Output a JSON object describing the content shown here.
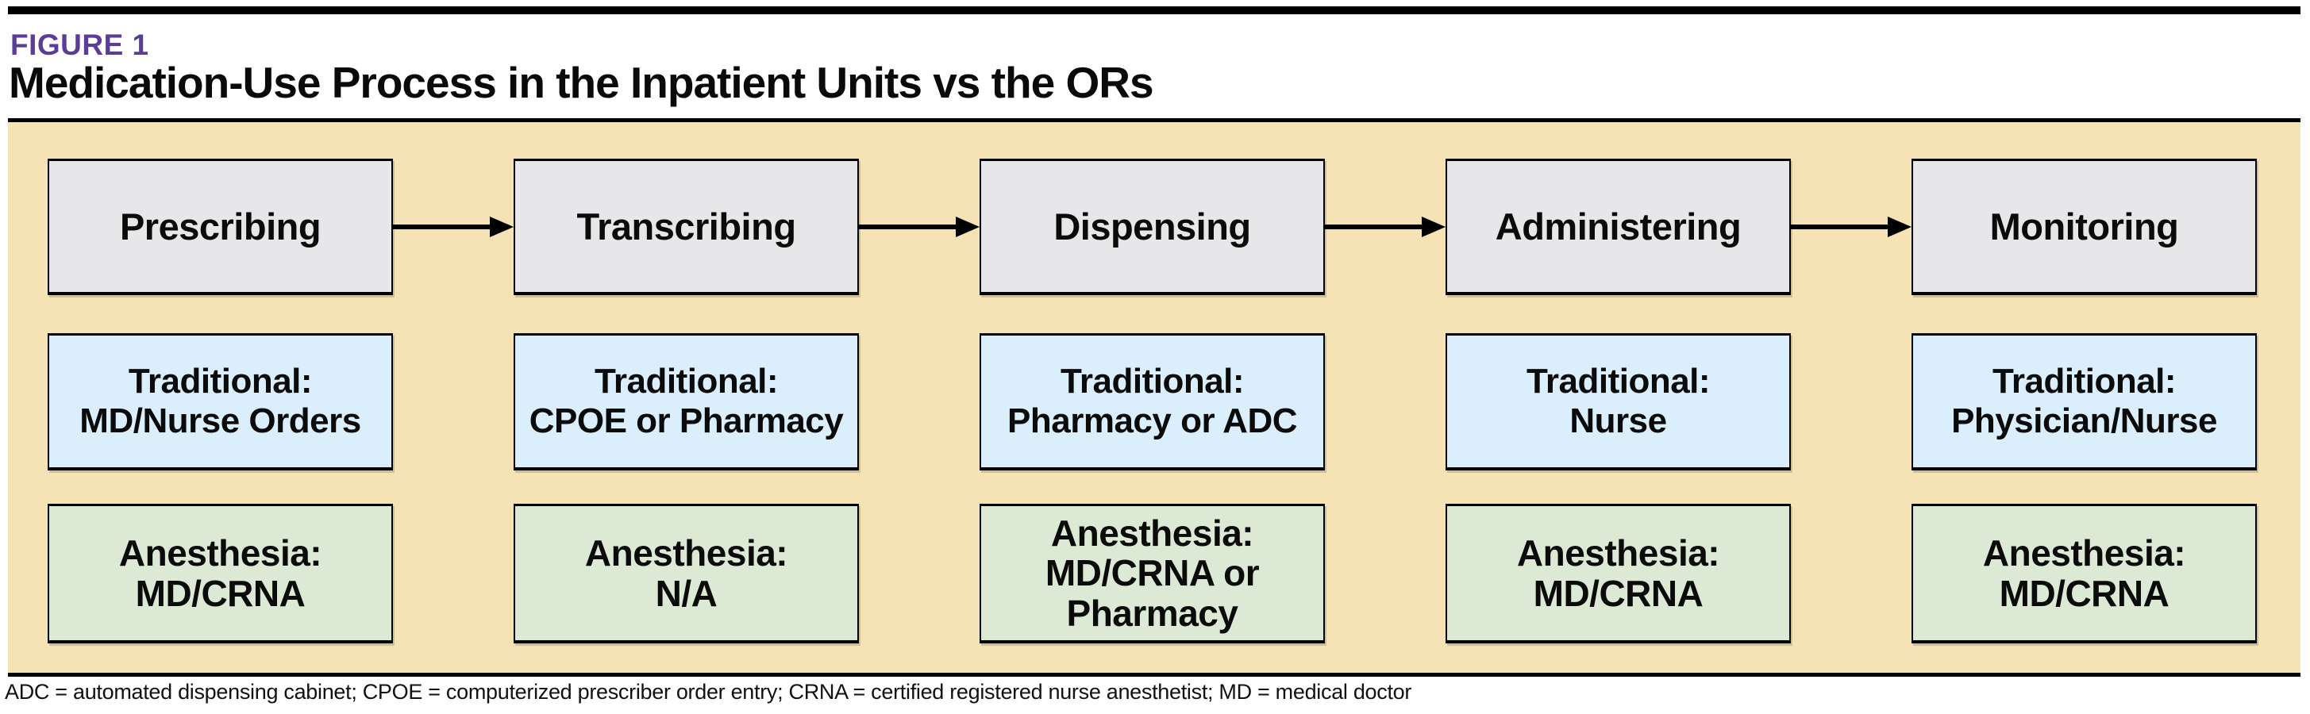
{
  "page": {
    "figure_label": "FIGURE 1",
    "title": "Medication-Use Process in the Inpatient Units vs the ORs",
    "footnote": "ADC = automated dispensing cabinet; CPOE = computerized prescriber order entry; CRNA = certified registered nurse anesthetist; MD = medical doctor"
  },
  "colors": {
    "accent_purple": "#5b3d96",
    "panel_tan": "#f5e3b5",
    "stage_gray": "#e7e7e9",
    "traditional_blue": "#daeefb",
    "anesthesia_green": "#dce9d5"
  },
  "diagram": {
    "stages": [
      {
        "name": "Prescribing",
        "traditional": "Traditional:\nMD/Nurse Orders",
        "anesthesia": "Anesthesia:\nMD/CRNA"
      },
      {
        "name": "Transcribing",
        "traditional": "Traditional:\nCPOE or Pharmacy",
        "anesthesia": "Anesthesia:\nN/A"
      },
      {
        "name": "Dispensing",
        "traditional": "Traditional:\nPharmacy or ADC",
        "anesthesia": "Anesthesia:\nMD/CRNA or\nPharmacy"
      },
      {
        "name": "Administering",
        "traditional": "Traditional:\nNurse",
        "anesthesia": "Anesthesia:\nMD/CRNA"
      },
      {
        "name": "Monitoring",
        "traditional": "Traditional:\nPhysician/Nurse",
        "anesthesia": "Anesthesia:\nMD/CRNA"
      }
    ]
  }
}
